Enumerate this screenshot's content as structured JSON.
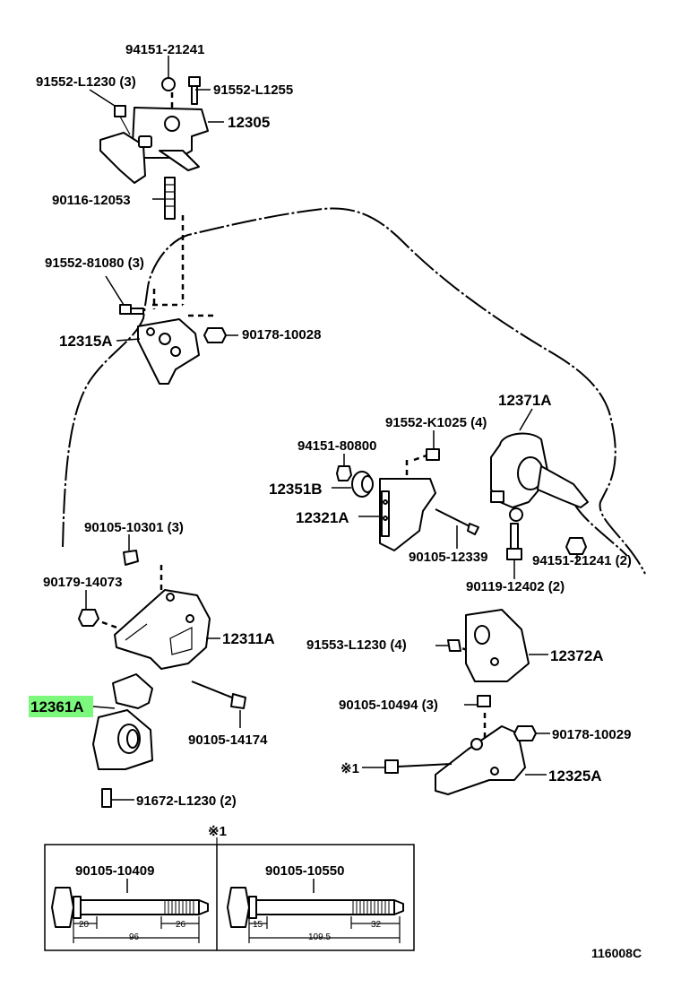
{
  "labels": {
    "p94151_21241": "94151-21241",
    "p91552_L1230_3": "91552-L1230 (3)",
    "p91552_L1255": "91552-L1255",
    "p12305": "12305",
    "p90116_12053": "90116-12053",
    "p91552_81080_3": "91552-81080 (3)",
    "p12315A": "12315A",
    "p90178_10028": "90178-10028",
    "p12371A": "12371A",
    "p91552_K1025_4": "91552-K1025 (4)",
    "p94151_80800": "94151-80800",
    "p12351B": "12351B",
    "p12321A": "12321A",
    "p90105_12339": "90105-12339",
    "p94151_21241_2": "94151-21241 (2)",
    "p90119_12402_2": "90119-12402 (2)",
    "p90105_10301_3": "90105-10301 (3)",
    "p90179_14073": "90179-14073",
    "p12311A": "12311A",
    "p91553_L1230_4": "91553-L1230 (4)",
    "p12372A": "12372A",
    "p12361A": "12361A",
    "p90105_10494_3": "90105-10494 (3)",
    "p90178_10029": "90178-10029",
    "p90105_14174": "90105-14174",
    "p_ref1": "※1",
    "p12325A": "12325A",
    "p91672_L1230_2": "91672-L1230 (2)"
  },
  "highlight": {
    "part": "12361A",
    "color": "#7CF87C"
  },
  "detail_box": {
    "marker": "※1",
    "bolt_left": {
      "part": "90105-10409",
      "dim_a": "20",
      "dim_b": "26",
      "dim_total": "96"
    },
    "bolt_right": {
      "part": "90105-10550",
      "dim_a": "15",
      "dim_b": "32",
      "dim_total": "109.5"
    }
  },
  "diagram_code": "116008C"
}
